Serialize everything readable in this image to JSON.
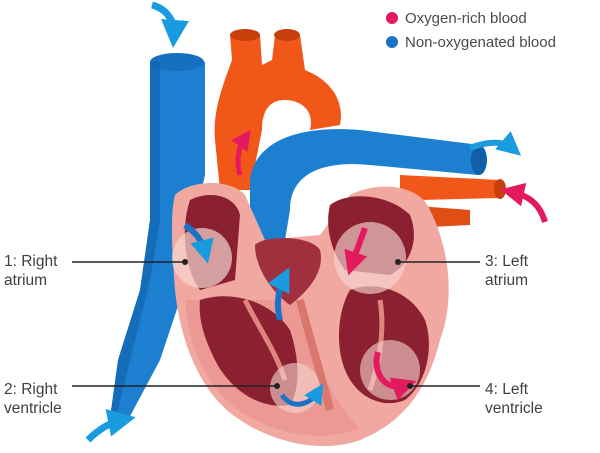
{
  "legend": [
    {
      "label": "Oxygen-rich blood",
      "color": "#e5195e"
    },
    {
      "label": "Non-oxygenated blood",
      "color": "#1a73c7"
    }
  ],
  "labels": {
    "right_atrium": {
      "line1": "1: Right",
      "line2": "atrium"
    },
    "left_atrium": {
      "line1": "3: Left",
      "line2": "atrium"
    },
    "right_ventricle": {
      "line1": "2: Right",
      "line2": "ventricle"
    },
    "left_ventricle": {
      "line1": "4: Left",
      "line2": "ventricle"
    }
  },
  "colors": {
    "vein_blue": "#1c7fd0",
    "vein_blue_dark": "#115fa8",
    "artery_orange": "#f2571a",
    "artery_orange_dark": "#c7400c",
    "muscle": "#f0a8a0",
    "muscle_dark": "#d9766e",
    "chamber": "#8b2130",
    "valve_highlight": "#f6d6cf",
    "arrow_red": "#e5195e",
    "arrow_blue": "#1a73c7",
    "leader_line": "#222222"
  },
  "icons": {
    "oxygen_arrow": "curved-arrow",
    "deoxygen_arrow": "curved-arrow"
  }
}
